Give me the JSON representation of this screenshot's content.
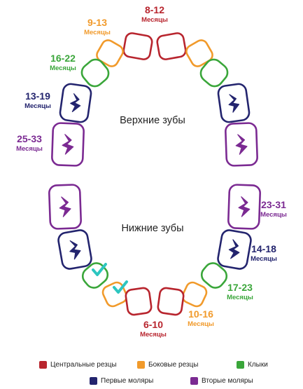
{
  "titles": {
    "upper": "Верхние зубы",
    "lower": "Нижние зубы"
  },
  "colors": {
    "central": "#b8252e",
    "lateral": "#f19a2b",
    "canine": "#3aa63a",
    "first_molar": "#23246e",
    "second_molar": "#7b2a92",
    "check": "#2cc6c0"
  },
  "upper_ages": [
    {
      "key": "central",
      "range": "8-12",
      "unit": "Месяцы"
    },
    {
      "key": "lateral",
      "range": "9-13",
      "unit": "Месяцы"
    },
    {
      "key": "canine",
      "range": "16-22",
      "unit": "Месяцы"
    },
    {
      "key": "first_molar",
      "range": "13-19",
      "unit": "Месяцы"
    },
    {
      "key": "second_molar",
      "range": "25-33",
      "unit": "Месяцы"
    }
  ],
  "lower_ages": [
    {
      "key": "second_molar",
      "range": "23-31",
      "unit": "Месяцы"
    },
    {
      "key": "first_molar",
      "range": "14-18",
      "unit": "Месяцы"
    },
    {
      "key": "canine",
      "range": "17-23",
      "unit": "Месяцы"
    },
    {
      "key": "lateral",
      "range": "10-16",
      "unit": "Месяцы"
    },
    {
      "key": "central",
      "range": "6-10",
      "unit": "Месяцы"
    }
  ],
  "legend": [
    {
      "key": "central",
      "label": "Центральные резцы"
    },
    {
      "key": "lateral",
      "label": "Боковые резцы"
    },
    {
      "key": "canine",
      "label": "Клыки"
    },
    {
      "key": "first_molar",
      "label": "Первые моляры"
    },
    {
      "key": "second_molar",
      "label": "Вторые моляры"
    }
  ]
}
